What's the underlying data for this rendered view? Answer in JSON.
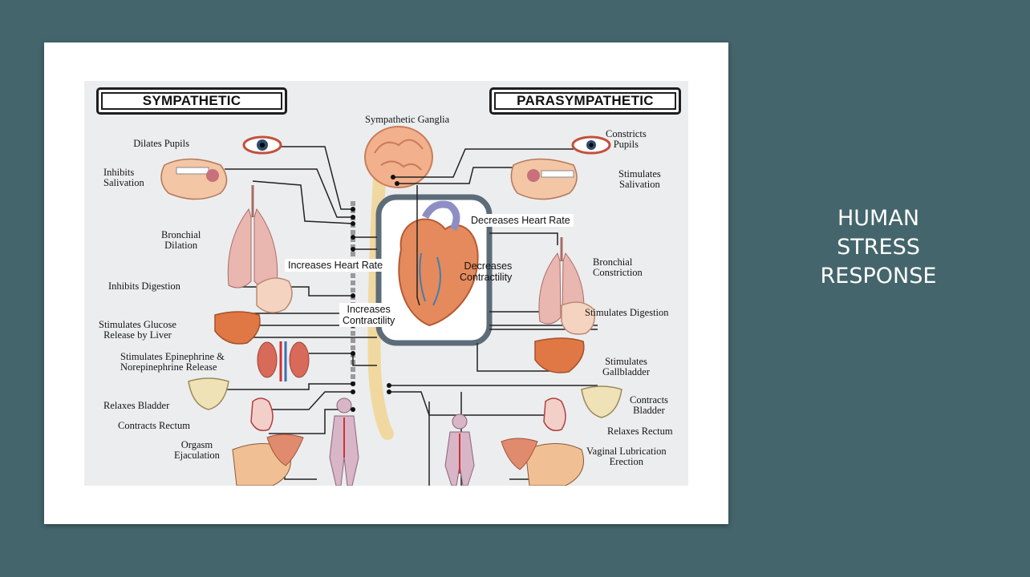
{
  "slide": {
    "title_lines": [
      "HUMAN",
      "STRESS",
      "RESPONSE"
    ],
    "background_color": "#44656b"
  },
  "diagram": {
    "headers": {
      "sympathetic": "SYMPATHETIC",
      "parasympathetic": "PARASYMPATHETIC"
    },
    "center": {
      "ganglia": "Sympathetic Ganglia",
      "increases_heart_rate": "Increases Heart Rate",
      "increases_contractility": "Increases\nContractility",
      "decreases_heart_rate": "Decreases Heart Rate",
      "decreases_contractility": "Decreases\nContractility"
    },
    "sympathetic_labels": {
      "pupils": "Dilates Pupils",
      "salivation": "Inhibits\nSalivation",
      "bronchial": "Bronchial\nDilation",
      "digestion": "Inhibits Digestion",
      "glucose": "Stimulates Glucose\nRelease by Liver",
      "epinephrine": "Stimulates Epinephrine &\nNorepinephrine Release",
      "bladder": "Relaxes Bladder",
      "rectum": "Contracts Rectum",
      "orgasm": "Orgasm\nEjaculation"
    },
    "parasympathetic_labels": {
      "pupils": "Constricts\nPupils",
      "salivation": "Stimulates\nSalivation",
      "bronchial": "Bronchial\nConstriction",
      "digestion": "Stimulates Digestion",
      "gallbladder": "Stimulates\nGallbladder",
      "bladder": "Contracts\nBladder",
      "rectum": "Relaxes Rectum",
      "lubrication": "Vaginal Lubrication\nErection"
    }
  }
}
